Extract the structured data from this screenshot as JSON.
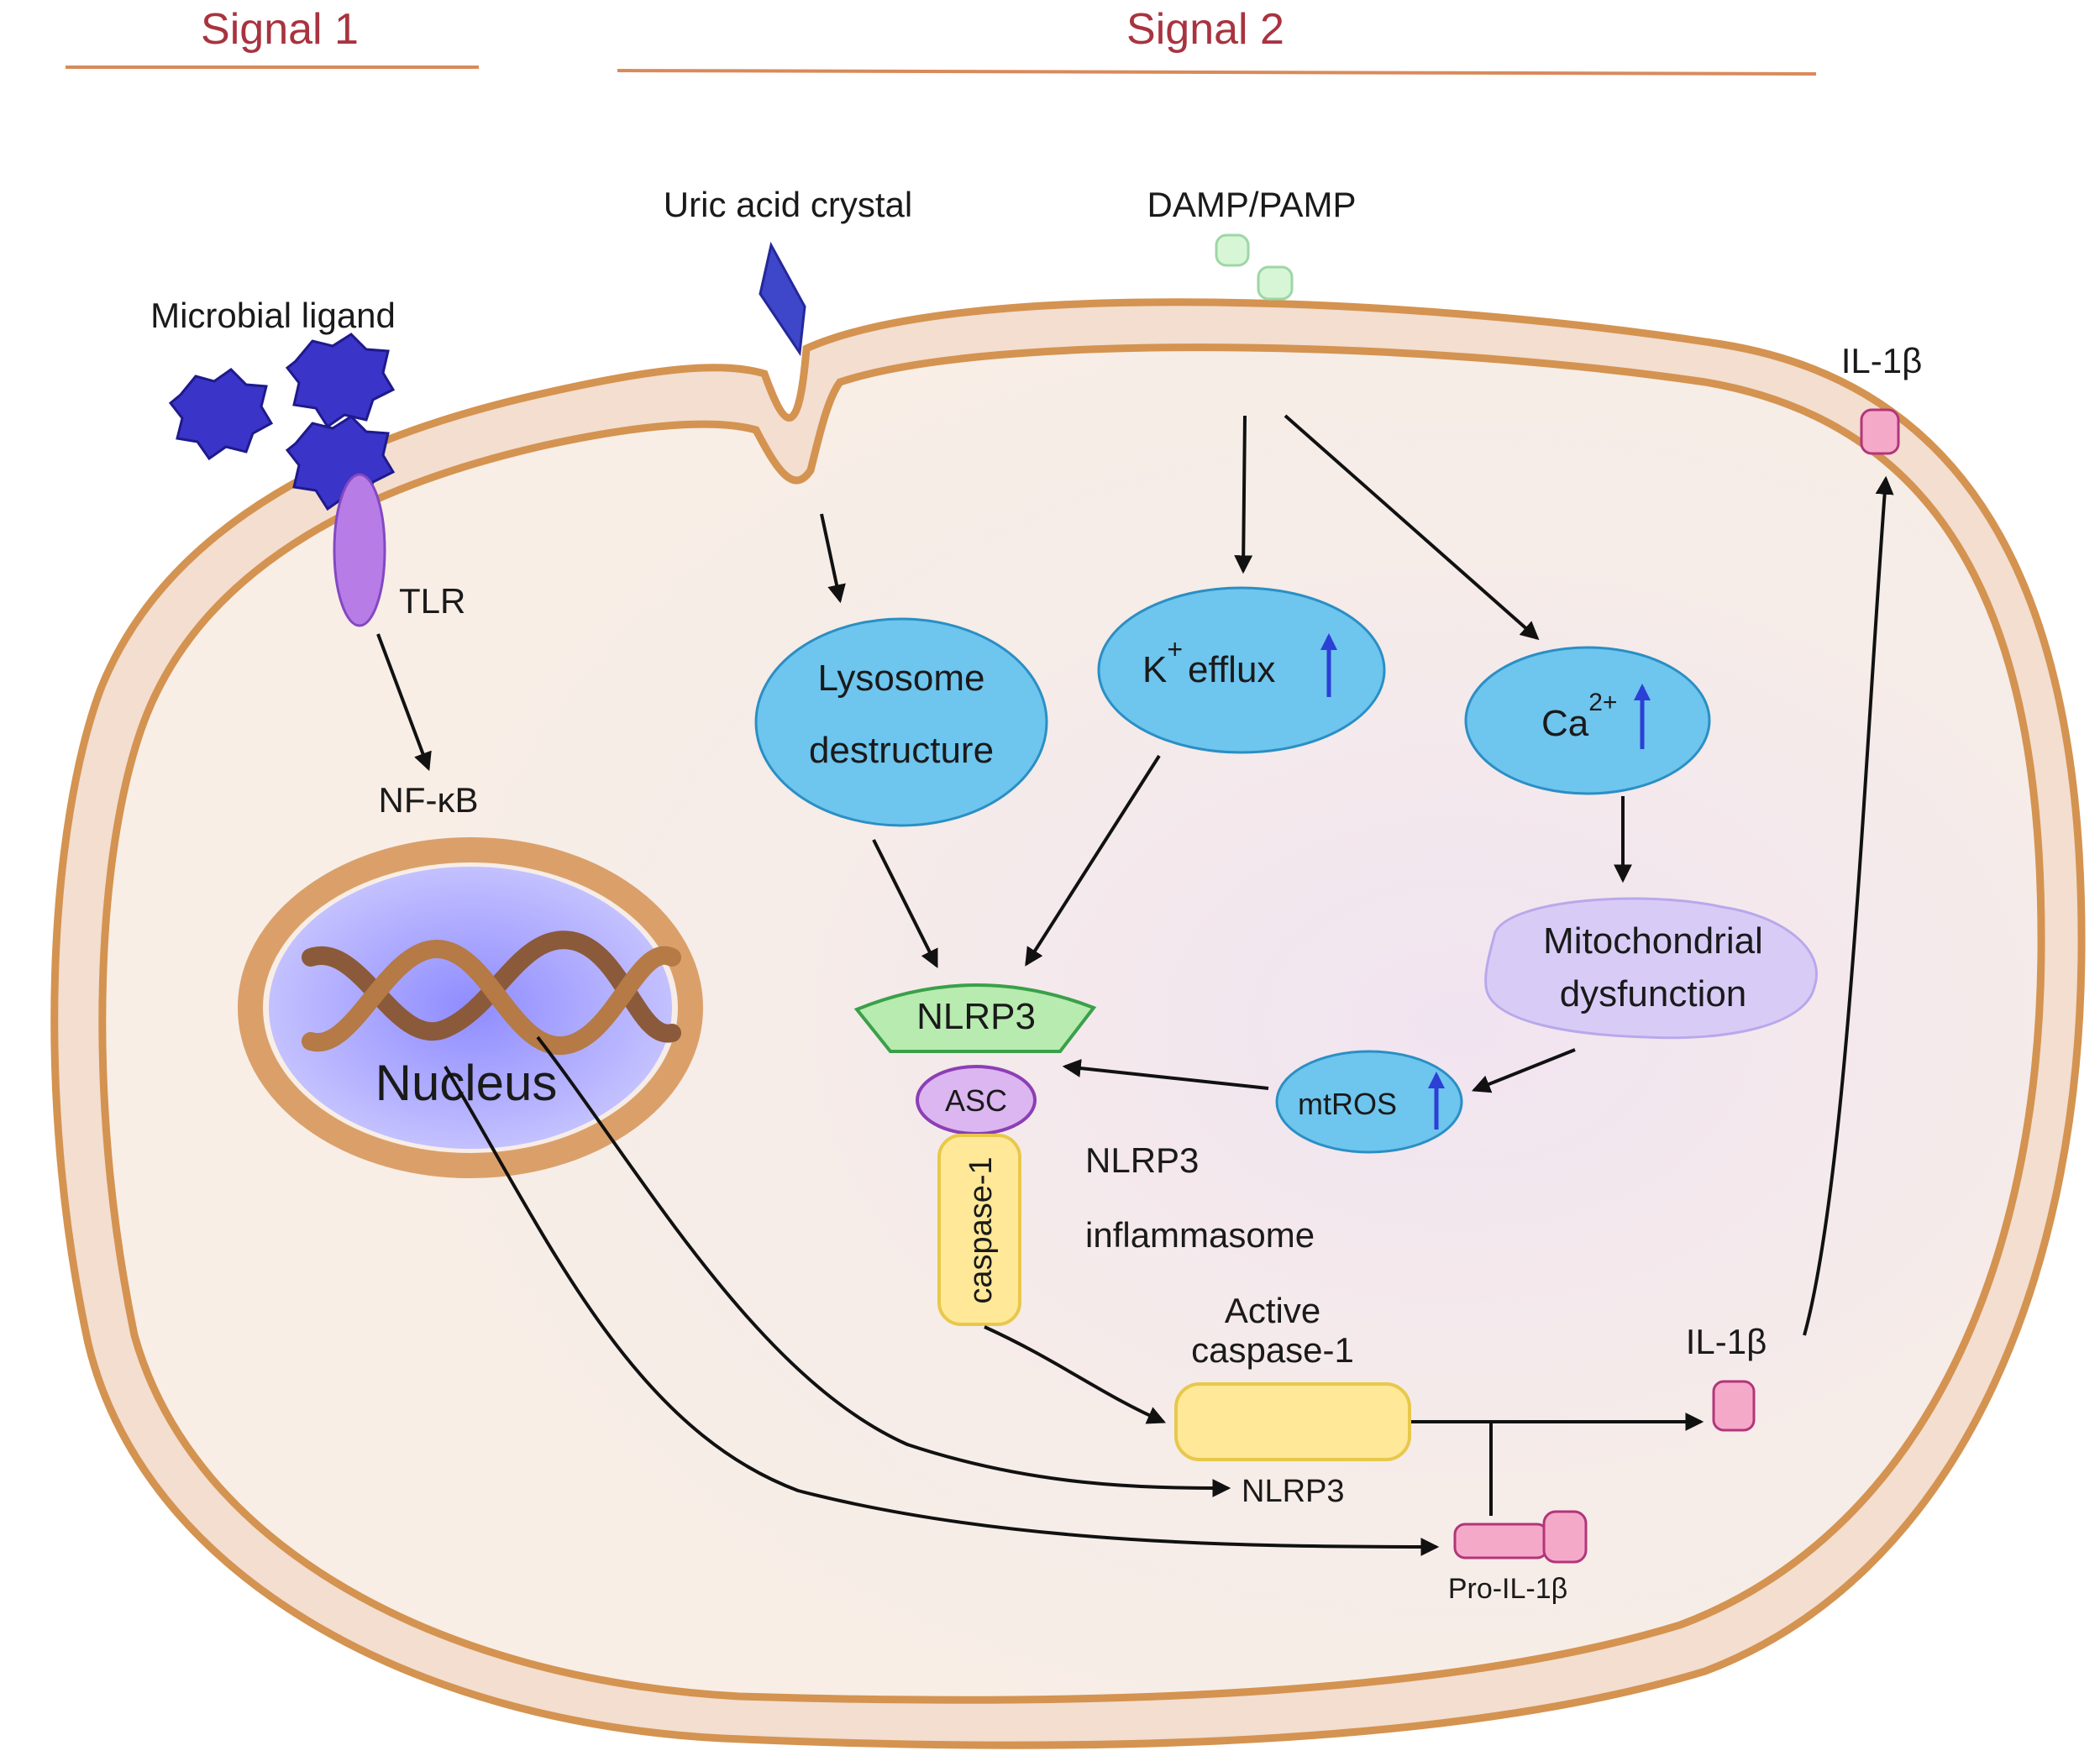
{
  "headers": {
    "signal1": "Signal 1",
    "signal2": "Signal 2"
  },
  "labels": {
    "microbial_ligand": "Microbial ligand",
    "uric_acid_crystal": "Uric acid crystal",
    "damp_pamp": "DAMP/PAMP",
    "tlr": "TLR",
    "nfkb": "NF-κB",
    "nucleus": "Nucleus",
    "il1b_out": "IL-1β",
    "il1b_in": "IL-1β",
    "pro_il1b": "Pro-IL-1β",
    "nlrp3_product": "NLRP3",
    "inflammasome_line1": "NLRP3",
    "inflammasome_line2": "inflammasome",
    "active_caspase_line1": "Active",
    "active_caspase_line2": "caspase-1"
  },
  "nodes": {
    "lysosome_line1": "Lysosome",
    "lysosome_line2": "destructure",
    "k_efflux_k": "K",
    "k_efflux_sup": "+",
    "k_efflux_text": "efflux",
    "ca_base": "Ca",
    "ca_sup": "2+",
    "mito_line1": "Mitochondrial",
    "mito_line2": "dysfunction",
    "mtros": "mtROS",
    "nlrp3": "NLRP3",
    "asc": "ASC",
    "caspase1": "caspase-1"
  },
  "colors": {
    "header": "#a8333f",
    "membrane": "#d9a060",
    "cytoplasm": "#f7ece6",
    "node_blue": "#6ec5ee",
    "node_stroke": "#2a8fc4",
    "nlrp3_green": "#b8ebb0",
    "yellow": "#ffe897",
    "pink": "#f5a9c9",
    "ligand": "#3a34c8",
    "tlr": "#b77ce6"
  }
}
